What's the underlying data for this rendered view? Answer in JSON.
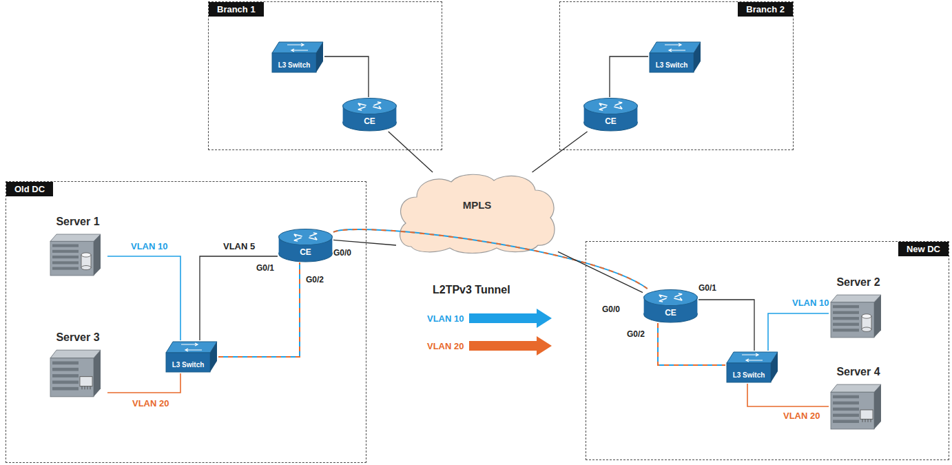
{
  "diagram": {
    "nodes": [
      {
        "text": [
          "Branch 1"
        ]
      },
      {
        "text": [
          "L3 Switch"
        ],
        "in": 0
      },
      {
        "text": [
          "CE"
        ],
        "in": 0
      },
      {
        "text": [
          "Branch 2"
        ]
      },
      {
        "text": [
          "L3 Switch"
        ],
        "in": 3
      },
      {
        "text": [
          "CE"
        ],
        "in": 3
      },
      {
        "text": [
          "MPLS"
        ]
      },
      {
        "text": [
          "Old DC"
        ]
      },
      {
        "text": [
          "Server 1"
        ],
        "in": 7
      },
      {
        "text": [
          "CE"
        ],
        "in": 7
      },
      {
        "text": [
          "L3 Switch"
        ],
        "in": 7
      },
      {
        "text": [
          "Server 3"
        ],
        "in": 7
      },
      {
        "text": [
          "New DC"
        ]
      },
      {
        "text": [
          "CE"
        ],
        "in": 12
      },
      {
        "text": [
          "Server 2"
        ],
        "in": 12
      },
      {
        "text": [
          "L3 Switch"
        ],
        "in": 12
      },
      {
        "text": [
          "Server 4"
        ],
        "in": 12
      }
    ],
    "edges": [
      {
        "from": 1,
        "to": 2,
        "arrow": "none"
      },
      {
        "from": 2,
        "to": 6,
        "arrow": "none"
      },
      {
        "from": 4,
        "to": 5,
        "arrow": "none"
      },
      {
        "from": 5,
        "to": 6,
        "arrow": "none"
      },
      {
        "from": 8,
        "to": 10,
        "label": "VLAN 10",
        "arrow": "none"
      },
      {
        "from": 10,
        "to": 9,
        "label": "VLAN 5",
        "arrow": "none"
      },
      {
        "from": 10,
        "to": 9,
        "arrow": "none"
      },
      {
        "from": 11,
        "to": 10,
        "label": "VLAN 20",
        "arrow": "none"
      },
      {
        "from": 9,
        "to": 6,
        "arrow": "none"
      },
      {
        "from": 9,
        "to": 13,
        "arrow": "none"
      },
      {
        "from": 13,
        "to": 6,
        "arrow": "none"
      },
      {
        "from": 13,
        "to": 15,
        "arrow": "none"
      },
      {
        "from": 13,
        "to": 15,
        "arrow": "none"
      },
      {
        "from": 15,
        "to": 14,
        "label": "VLAN 10",
        "arrow": "none"
      },
      {
        "from": 15,
        "to": 16,
        "label": "VLAN 20",
        "arrow": "none"
      }
    ],
    "labels": [
      "G0/1",
      "G0/0",
      "G0/2",
      "L2TPv3 Tunnel",
      "G0/0",
      "G0/1",
      "G0/2"
    ],
    "legend": [
      {
        "text": "VLAN 10",
        "color": "#1ea0e6"
      },
      {
        "text": "VLAN 20",
        "color": "#e8692b"
      }
    ]
  }
}
